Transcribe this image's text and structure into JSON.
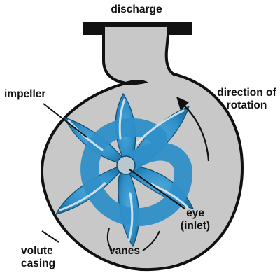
{
  "labels": {
    "discharge": "discharge",
    "impeller": "impeller",
    "direction_line1": "direction of",
    "direction_line2": "rotation",
    "eye_line1": "eye",
    "eye_line2": "(inlet)",
    "vanes": "vanes",
    "volute_line1": "volute",
    "volute_line2": "casing"
  },
  "colors": {
    "casing_fill": "#c8c8c8",
    "casing_stroke": "#111111",
    "impeller_fill": "#2f8fc8",
    "impeller_dark": "#1e6e9e",
    "vane_highlight": "#dfe9ee",
    "text": "#111111"
  }
}
